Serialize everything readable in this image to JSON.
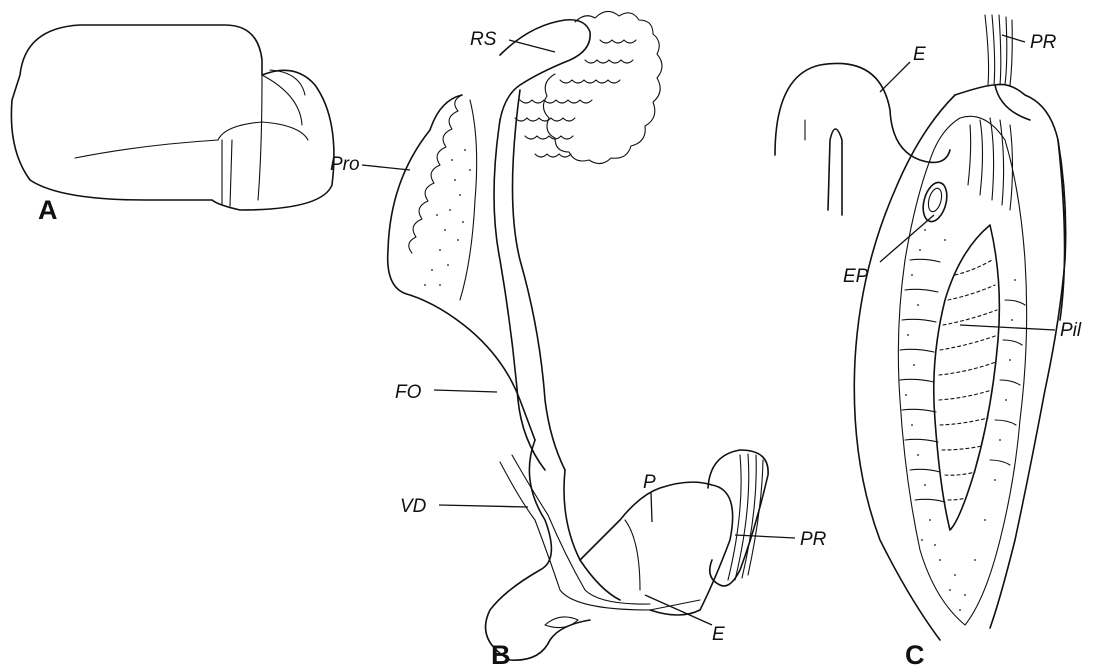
{
  "panels": {
    "a": "A",
    "b": "B",
    "c": "C"
  },
  "labels": {
    "rs": "RS",
    "pro": "Pro",
    "fo": "FO",
    "vd": "VD",
    "p": "P",
    "pr_b": "PR",
    "e_b": "E",
    "e_c": "E",
    "pr_c": "PR",
    "ep": "EP",
    "pil": "Pil"
  }
}
